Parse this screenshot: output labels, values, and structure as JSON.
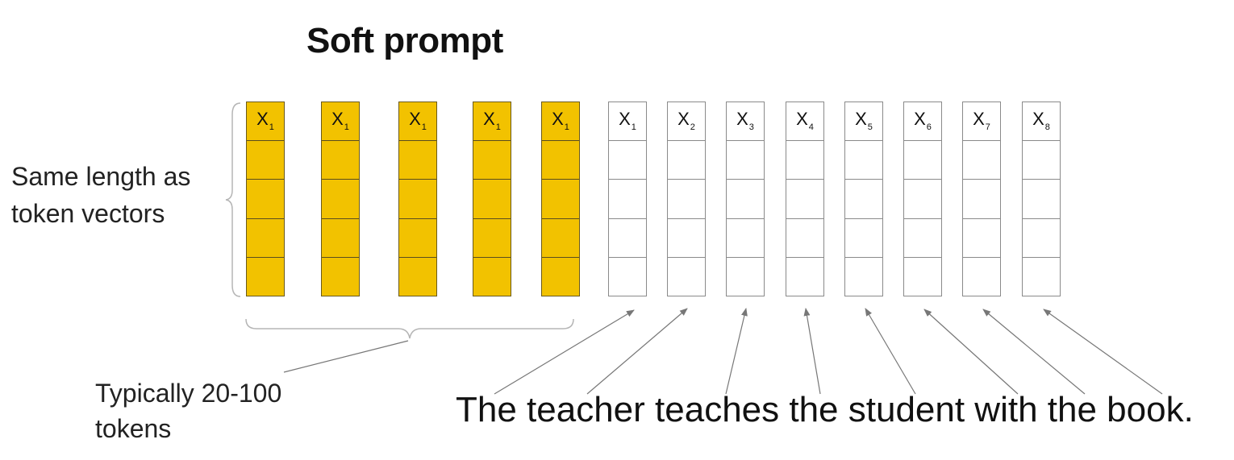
{
  "title": "Soft prompt",
  "side_label_line1": "Same length as",
  "side_label_line2": "token vectors",
  "bottom_label_line1": "Typically 20-100",
  "bottom_label_line2": "tokens",
  "sentence": "The teacher teaches the student with the book.",
  "soft_prompt_tokens": [
    {
      "base": "X",
      "sub": "1"
    },
    {
      "base": "X",
      "sub": "1"
    },
    {
      "base": "X",
      "sub": "1"
    },
    {
      "base": "X",
      "sub": "1"
    },
    {
      "base": "X",
      "sub": "1"
    }
  ],
  "input_tokens": [
    {
      "base": "X",
      "sub": "1"
    },
    {
      "base": "X",
      "sub": "2"
    },
    {
      "base": "X",
      "sub": "3"
    },
    {
      "base": "X",
      "sub": "4"
    },
    {
      "base": "X",
      "sub": "5"
    },
    {
      "base": "X",
      "sub": "6"
    },
    {
      "base": "X",
      "sub": "7"
    },
    {
      "base": "X",
      "sub": "8"
    }
  ],
  "colors": {
    "soft_prompt_fill": "#f2c200",
    "token_fill": "#ffffff",
    "line": "#777777"
  }
}
